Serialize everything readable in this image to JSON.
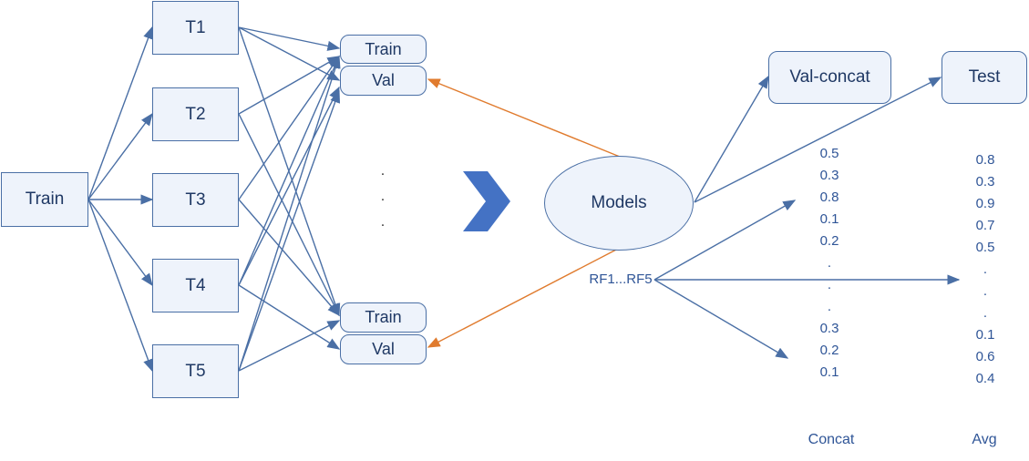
{
  "source": {
    "label": "Train"
  },
  "folds": [
    {
      "label": "T1"
    },
    {
      "label": "T2"
    },
    {
      "label": "T3"
    },
    {
      "label": "T4"
    },
    {
      "label": "T5"
    }
  ],
  "split_top": {
    "train": "Train",
    "val": "Val"
  },
  "split_bottom": {
    "train": "Train",
    "val": "Val"
  },
  "middle_dots": [
    ".",
    ".",
    "."
  ],
  "models": {
    "label": "Models",
    "sublabel": "RF1...RF5"
  },
  "val_concat": {
    "label": "Val-concat"
  },
  "test": {
    "label": "Test"
  },
  "concat_column": {
    "values": [
      "0.5",
      "0.3",
      "0.8",
      "0.1",
      "0.2",
      ".",
      ".",
      ".",
      "0.3",
      "0.2",
      "0.1"
    ],
    "caption": "Concat"
  },
  "avg_column": {
    "values": [
      "0.8",
      "0.3",
      "0.9",
      "0.7",
      "0.5",
      ".",
      ".",
      ".",
      "0.1",
      "0.6",
      "0.4"
    ],
    "caption": "Avg"
  },
  "colors": {
    "blue": "#4a6fa5",
    "orange": "#e07b2e",
    "chevron": "#4472c4"
  }
}
